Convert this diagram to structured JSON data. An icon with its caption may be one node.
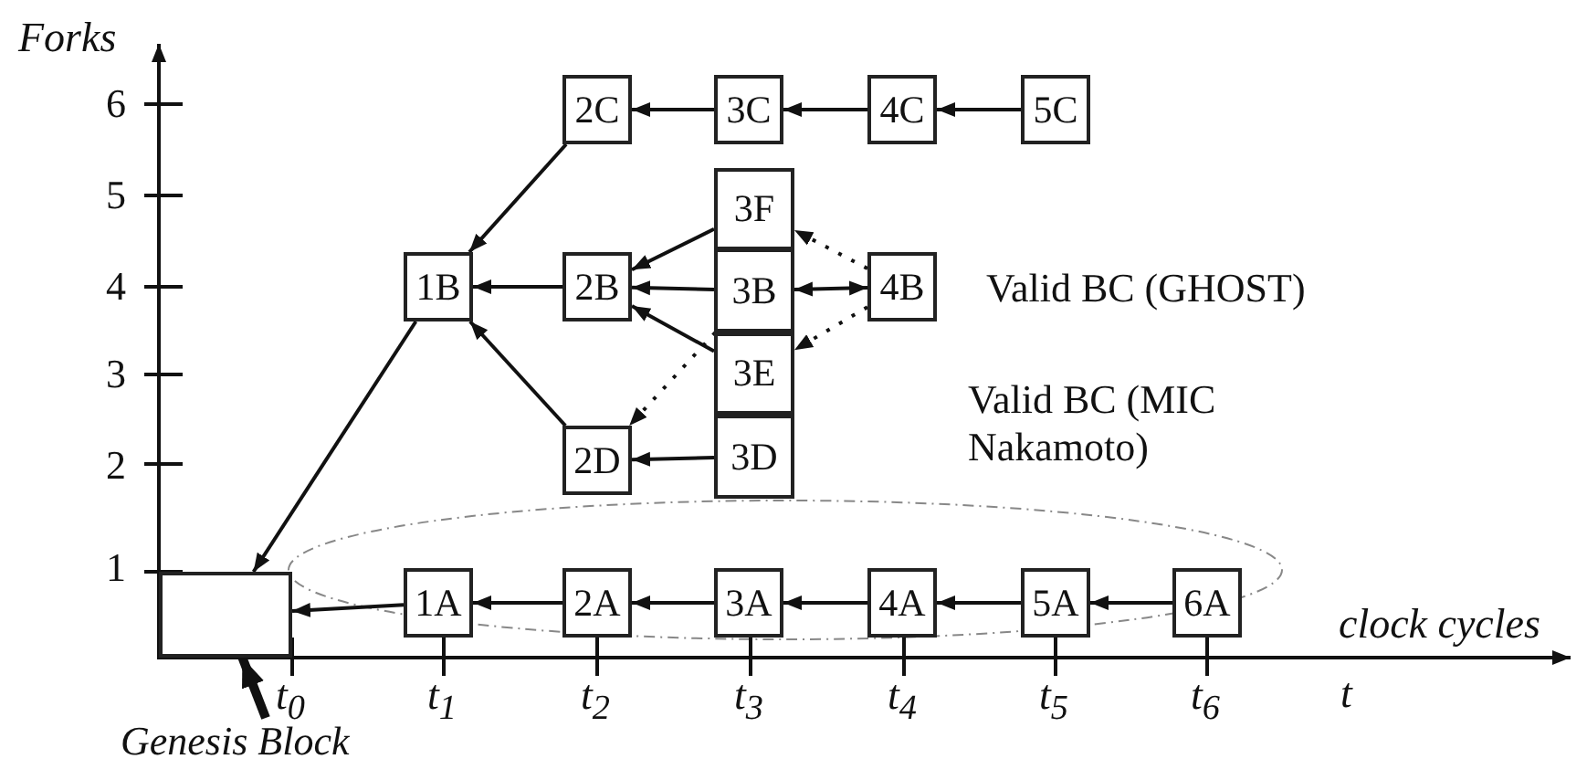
{
  "diagram": {
    "nodes": [
      {
        "text": [
          "2C"
        ]
      },
      {
        "text": [
          "3C"
        ]
      },
      {
        "text": [
          "4C"
        ]
      },
      {
        "text": [
          "5C"
        ]
      },
      {
        "text": [
          "3F"
        ]
      },
      {
        "text": [
          "1B"
        ]
      },
      {
        "text": [
          "2B"
        ]
      },
      {
        "text": [
          "3B"
        ]
      },
      {
        "text": [
          "4B"
        ]
      },
      {
        "text": [
          "3E"
        ]
      },
      {
        "text": [
          "2D"
        ]
      },
      {
        "text": [
          "3D"
        ]
      },
      {
        "text": [],
        "shape": "box"
      },
      {
        "text": [
          "1A"
        ]
      },
      {
        "text": [
          "2A"
        ]
      },
      {
        "text": [
          "3A"
        ]
      },
      {
        "text": [
          "4A"
        ]
      },
      {
        "text": [
          "5A"
        ]
      },
      {
        "text": [
          "6A"
        ]
      },
      {
        "text": [
          "Genesis Block"
        ]
      }
    ],
    "edges": [
      {
        "from": 0,
        "to": 5,
        "arrow": "to"
      },
      {
        "from": 1,
        "to": 0,
        "arrow": "to"
      },
      {
        "from": 2,
        "to": 1,
        "arrow": "to"
      },
      {
        "from": 3,
        "to": 2,
        "arrow": "to"
      },
      {
        "from": 5,
        "to": 12,
        "arrow": "to"
      },
      {
        "from": 6,
        "to": 5,
        "arrow": "to"
      },
      {
        "from": 10,
        "to": 5,
        "arrow": "to"
      },
      {
        "from": 4,
        "to": 6,
        "arrow": "to"
      },
      {
        "from": 7,
        "to": 6,
        "arrow": "to"
      },
      {
        "from": 9,
        "to": 6,
        "arrow": "to"
      },
      {
        "from": 7,
        "to": 10,
        "arrow": "to",
        "style": "dashed"
      },
      {
        "from": 8,
        "to": 4,
        "arrow": "to",
        "style": "dashed"
      },
      {
        "from": 8,
        "to": 7,
        "arrow": "both"
      },
      {
        "from": 8,
        "to": 9,
        "arrow": "to",
        "style": "dashed"
      },
      {
        "from": 11,
        "to": 10,
        "arrow": "to"
      },
      {
        "from": 13,
        "to": 12,
        "arrow": "to"
      },
      {
        "from": 14,
        "to": 13,
        "arrow": "to"
      },
      {
        "from": 15,
        "to": 14,
        "arrow": "to"
      },
      {
        "from": 16,
        "to": 15,
        "arrow": "to"
      },
      {
        "from": 17,
        "to": 16,
        "arrow": "to"
      },
      {
        "from": 18,
        "to": 17,
        "arrow": "to"
      },
      {
        "from": 19,
        "to": 12,
        "arrow": "to",
        "style": "thick"
      }
    ],
    "labels": [
      "Forks",
      "6",
      "5",
      "4",
      "Valid BC (GHOST)",
      "3",
      "Valid BC (MIC Nakamoto)",
      "2",
      "1",
      "clock cycles",
      "t$_{0}$",
      "t$_{1}$",
      "t$_{2}$",
      "t$_{3}$",
      "t$_{4}$",
      "t$_{5}$",
      "t$_{6}$",
      "t"
    ]
  }
}
